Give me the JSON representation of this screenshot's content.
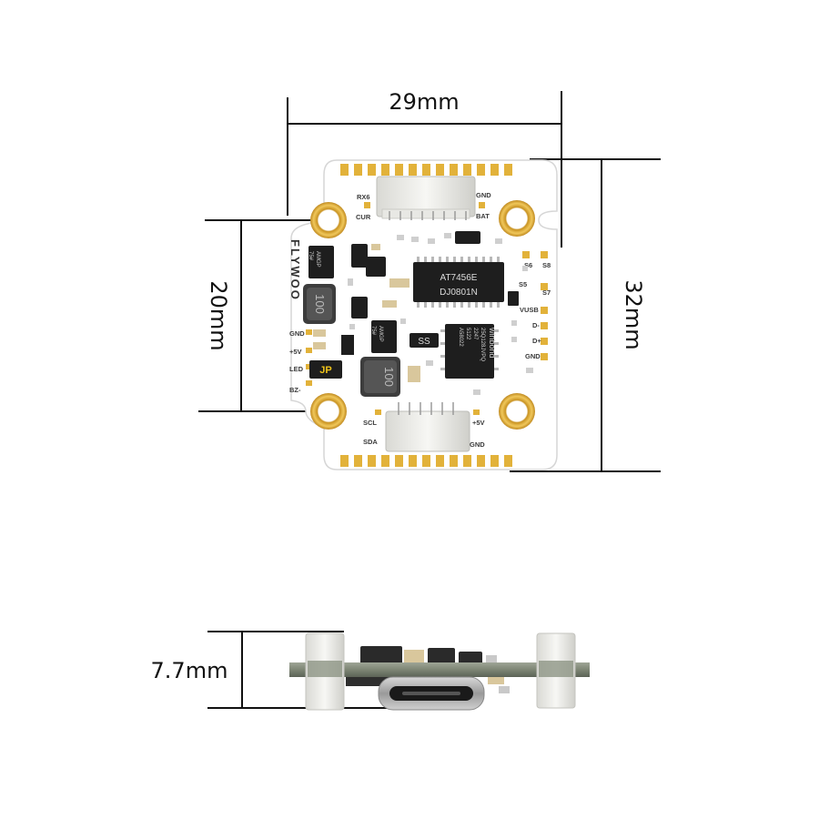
{
  "dimensions": {
    "width": "29mm",
    "height": "32mm",
    "mount_spacing": "20mm",
    "thickness": "7.7mm"
  },
  "brand": "FLYWOO",
  "pads": {
    "top_left_1": "RX6",
    "top_left_2": "CUR",
    "top_right_1": "GND",
    "top_right_2": "BAT",
    "right_1": "S6",
    "right_2": "S8",
    "right_3": "S5",
    "right_4": "S7",
    "right_5": "VUSB",
    "right_6": "D-",
    "right_7": "D+",
    "right_8": "GND",
    "left_1": "GND",
    "left_2": "+5V",
    "left_3": "LED",
    "left_4": "BZ-",
    "bottom_left_1": "SCL",
    "bottom_left_2": "SDA",
    "bottom_right_1": "+5V",
    "bottom_right_2": "GND"
  },
  "chips": {
    "mcu_line1": "AT7456E",
    "mcu_line2": "DJ0801N",
    "flash_brand": "winbond",
    "flash_line1": "25Q128JVPQ",
    "flash_line2": "2247",
    "flash_line3": "5122",
    "flash_line4": "A58022",
    "inductor_1": "100",
    "inductor_2": "100",
    "amgp_1": "AMGP",
    "amgp_1_sub": "75#",
    "amgp_2": "AMGP",
    "amgp_2_sub": "75#",
    "ss": "SS",
    "jp": "JP"
  },
  "colors": {
    "board": "#ffffff",
    "pad_gold": "#e2b23a",
    "chip_black": "#1e1e1e",
    "dim_line": "#111111"
  }
}
